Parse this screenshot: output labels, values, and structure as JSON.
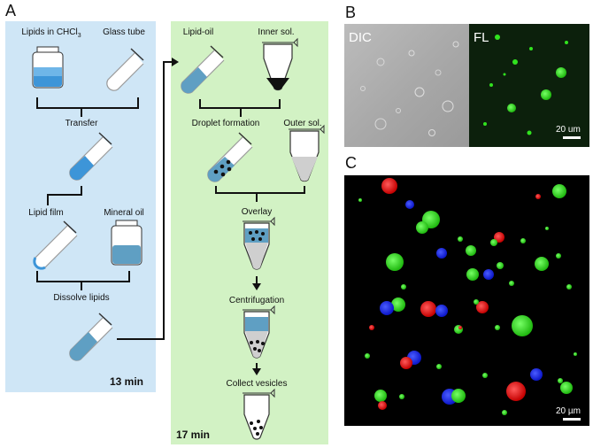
{
  "panels": {
    "a": {
      "letter": "A",
      "labels": {
        "lipids_chcl3": "Lipids in CHCl",
        "chcl3_sub": "3",
        "glass_tube": "Glass tube",
        "transfer": "Transfer",
        "lipid_film": "Lipid film",
        "mineral_oil": "Mineral oil",
        "dissolve": "Dissolve lipids",
        "lipid_oil": "Lipid-oil",
        "inner_sol": "Inner sol.",
        "droplet": "Droplet formation",
        "outer_sol": "Outer sol.",
        "overlay": "Overlay",
        "centrifugation": "Centrifugation",
        "collect": "Collect vesicles"
      },
      "time_left": "13 min",
      "time_right": "17 min",
      "colors": {
        "left_bg": "#cfe6f6",
        "right_bg": "#d2f2c4",
        "lipid_blue": "#3b8fd1"
      }
    },
    "b": {
      "letter": "B",
      "dic": "DIC",
      "fl": "FL",
      "scale": "20 um"
    },
    "c": {
      "letter": "C",
      "scale": "20 µm"
    }
  }
}
